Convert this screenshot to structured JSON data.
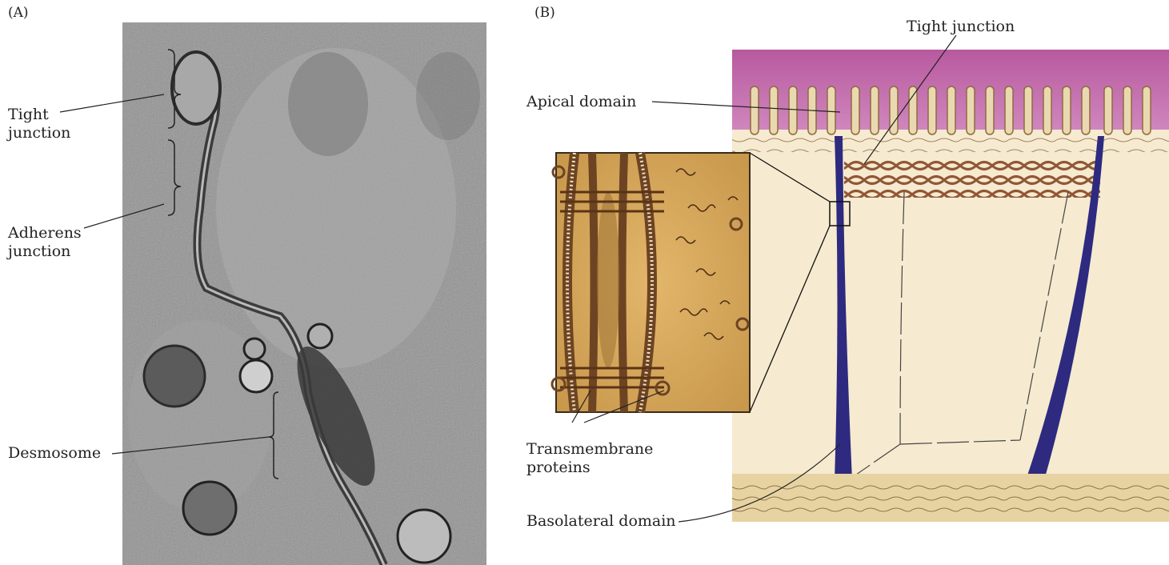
{
  "panel_a": {
    "label": "(A)",
    "labels": {
      "tight_junction": "Tight\njunction",
      "adherens_junction": "Adherens\njunction",
      "desmosome": "Desmosome"
    }
  },
  "panel_b": {
    "label": "(B)",
    "labels": {
      "tight_junction": "Tight junction",
      "apical_domain": "Apical domain",
      "transmembrane_proteins": "Transmembrane\nproteins",
      "basolateral_domain": "Basolateral domain"
    }
  },
  "colors": {
    "apical": "#b8599f",
    "cytoplasm": "#f6ead0",
    "membrane": "#2d2a80",
    "strands": "#8b4f2c",
    "inset_bg": "#d5a85d",
    "basal": "#e7d3a2",
    "micrograph": "#8a8a8a"
  }
}
